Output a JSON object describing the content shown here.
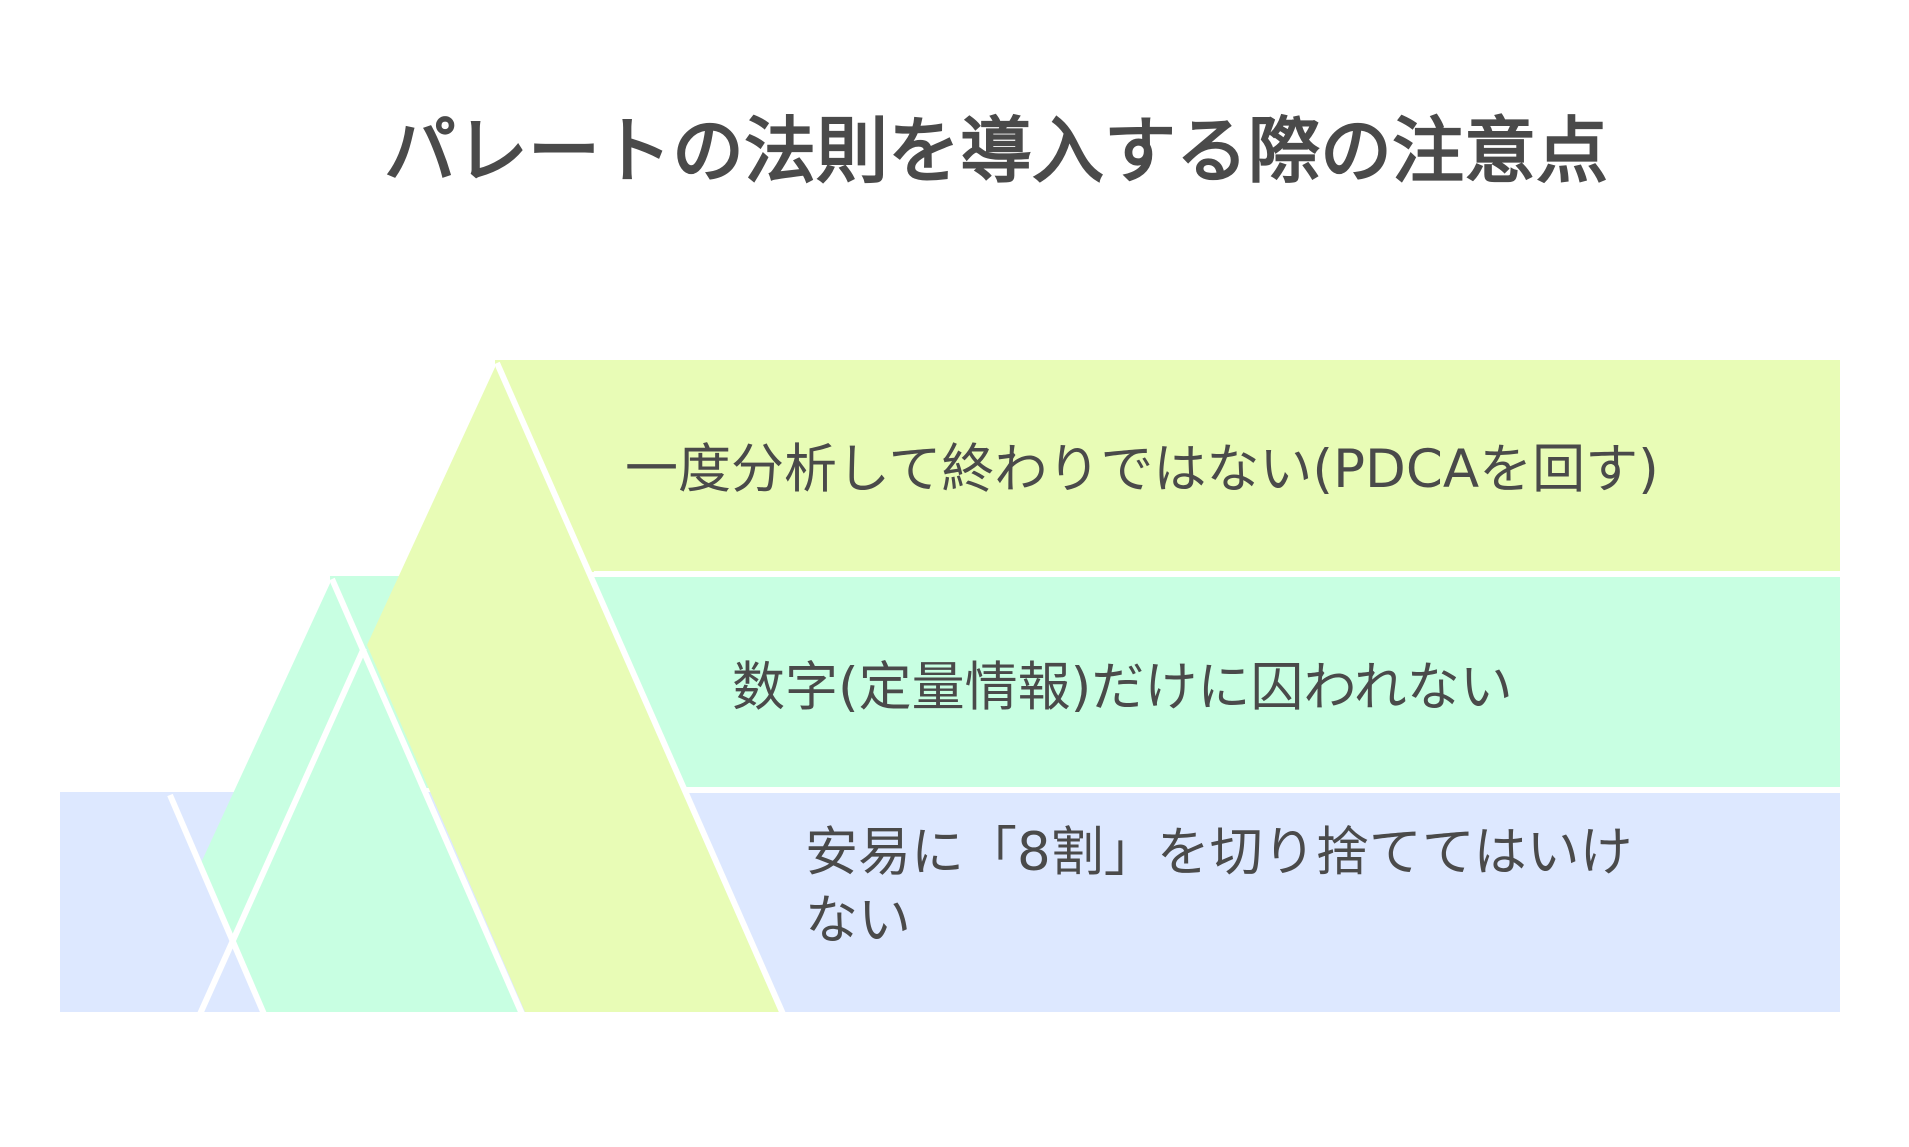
{
  "title": "パレートの法則を導入する際の注意点",
  "tiers": [
    {
      "label": "一度分析して終わりではない(PDCAを回す)",
      "color": "#e8fcb6"
    },
    {
      "label": "数字(定量情報)だけに囚われない",
      "color": "#c8ffe2"
    },
    {
      "label_lines": [
        "安易に「8割」を切り捨ててはいけ",
        "ない"
      ],
      "color": "#dde8ff"
    }
  ]
}
